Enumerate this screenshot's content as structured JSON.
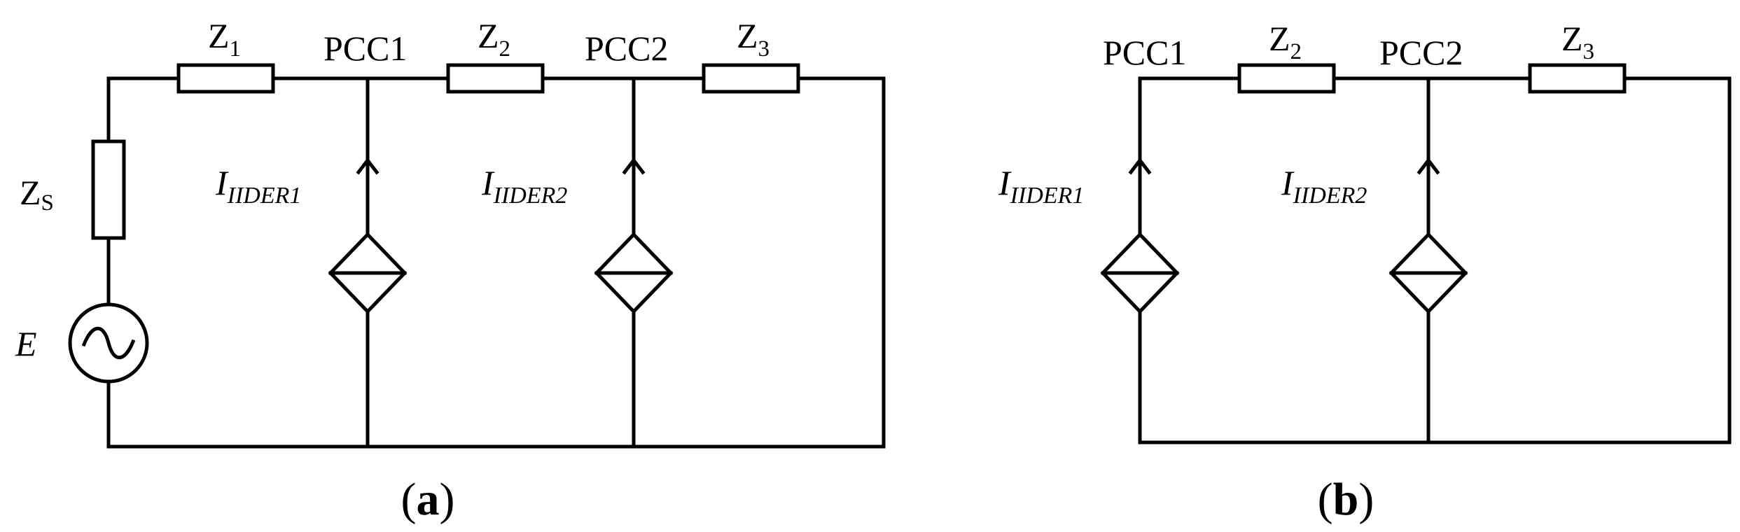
{
  "panel_a": {
    "impedances": [
      "Z",
      "Z",
      "Z"
    ],
    "impedance_subscripts": [
      "1",
      "2",
      "3"
    ],
    "source_impedance": "Z",
    "source_impedance_subscript": "S",
    "nodes": [
      "PCC1",
      "PCC2"
    ],
    "currents": [
      {
        "main": "I",
        "sub": "IIDER1"
      },
      {
        "main": "I",
        "sub": "IIDER2"
      }
    ],
    "source_label": "E",
    "caption_open": "(",
    "caption_letter": "a",
    "caption_close": ")"
  },
  "panel_b": {
    "impedances": [
      "Z",
      "Z"
    ],
    "impedance_subscripts": [
      "2",
      "3"
    ],
    "nodes": [
      "PCC1",
      "PCC2"
    ],
    "currents": [
      {
        "main": "I",
        "sub": "IIDER1"
      },
      {
        "main": "I",
        "sub": "IIDER2"
      }
    ],
    "caption_open": "(",
    "caption_letter": "b",
    "caption_close": ")"
  }
}
